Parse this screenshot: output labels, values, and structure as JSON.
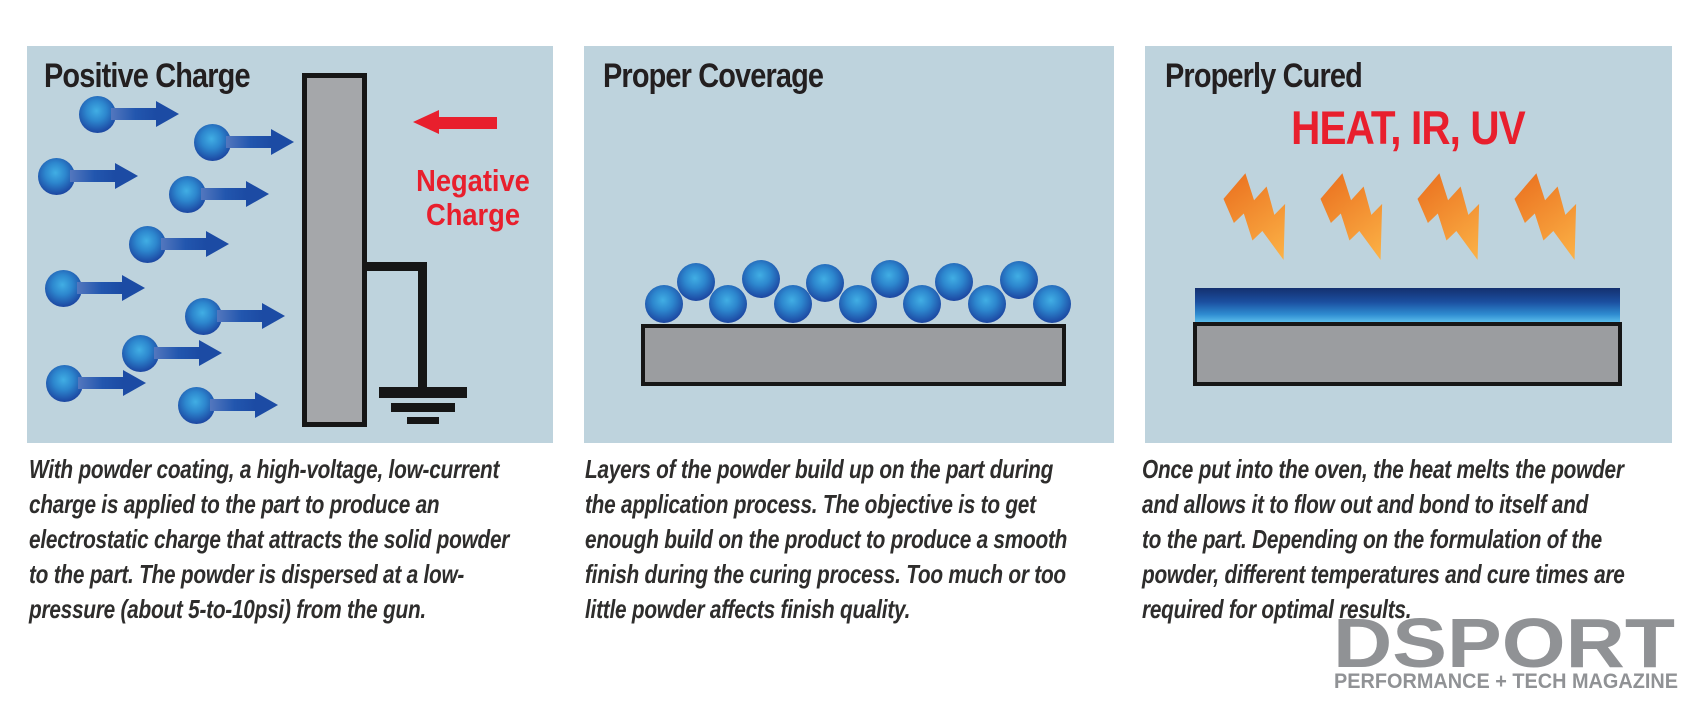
{
  "page": {
    "background_color": "#FFFFFF",
    "panel_background_color": "#BED3DD",
    "accent_red": "#E81F2D",
    "title_color": "#231F20",
    "caption_color": "#2E2D2C",
    "part_gray": "#9B9DA0",
    "powder_blue_outer": "#173884",
    "powder_blue_inner": "#41AEE4",
    "bolt_orange_dark": "#EC7723",
    "bolt_orange_light": "#FBB045",
    "coating_gradient": [
      "#14306F",
      "#1B4FA0",
      "#2E8BD0",
      "#5FC2EE"
    ],
    "logo_gray": "#909295"
  },
  "panels": [
    {
      "title": "Positive Charge",
      "negative_charge_label": [
        "Negative",
        "Charge"
      ],
      "particle_count": 10,
      "has_ground_symbol": true
    },
    {
      "title": "Proper Coverage",
      "particle_count": 13
    },
    {
      "title": "Properly Cured",
      "heat_label": "HEAT, IR, UV",
      "bolt_count": 4
    }
  ],
  "captions": [
    {
      "lines": [
        "With powder coating, a high-voltage, low-current",
        "charge is applied to the part to produce an",
        "electrostatic charge that attracts the solid powder",
        "to the part. The powder is dispersed at a low-",
        "pressure (about 5-to-10psi) from the gun."
      ]
    },
    {
      "lines": [
        "Layers of the powder build up on the part during",
        "the application process. The objective is to get",
        "enough build on the product to produce a smooth",
        "finish during the curing process. Too much or too",
        "little powder affects finish quality."
      ]
    },
    {
      "lines": [
        "Once put into the oven, the heat melts the powder",
        "and allows it to flow out and bond to itself and",
        "to the part. Depending on the formulation of the",
        "powder, different temperatures and cure times are",
        "required for optimal results."
      ]
    }
  ],
  "logo": {
    "title": "DSPORT",
    "tagline": "PERFORMANCE + TECH MAGAZINE"
  }
}
